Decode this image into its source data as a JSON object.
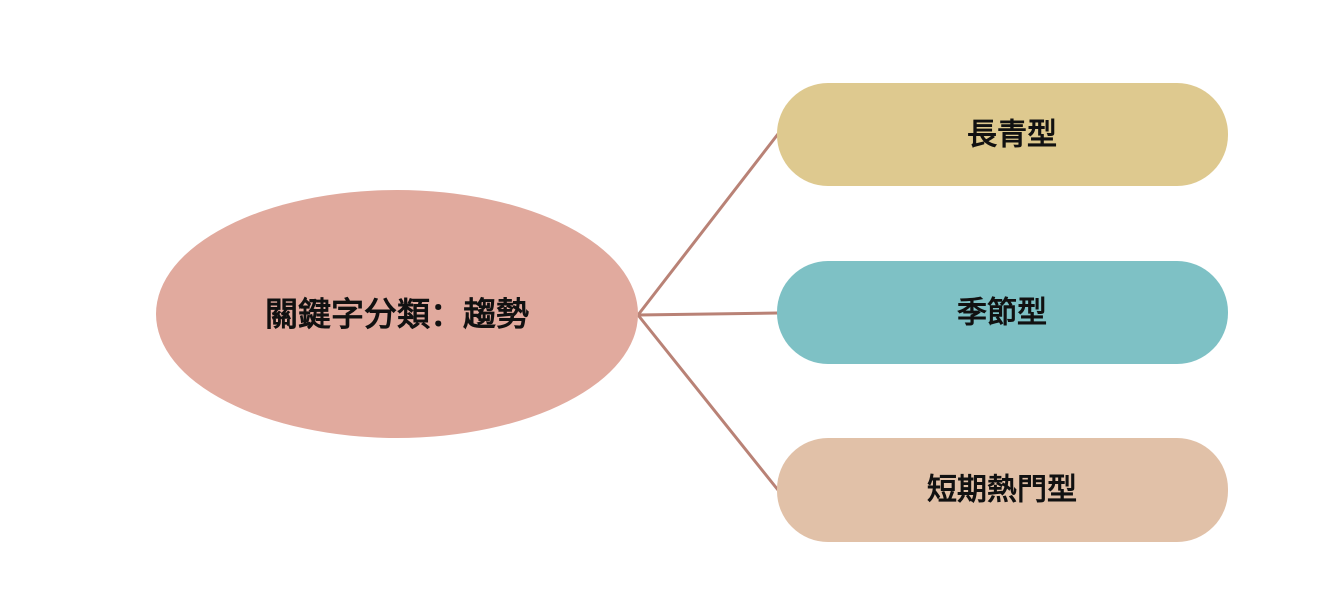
{
  "diagram": {
    "center": {
      "label": "關鍵字分類：趨勢",
      "color": "#E1AA9E"
    },
    "branches": [
      {
        "label": "長青型",
        "color": "#DEC98F"
      },
      {
        "label": "季節型",
        "color": "#7EC1C5"
      },
      {
        "label": "短期熱門型",
        "color": "#E1C1A8"
      }
    ],
    "connector_color": "#B98276"
  }
}
